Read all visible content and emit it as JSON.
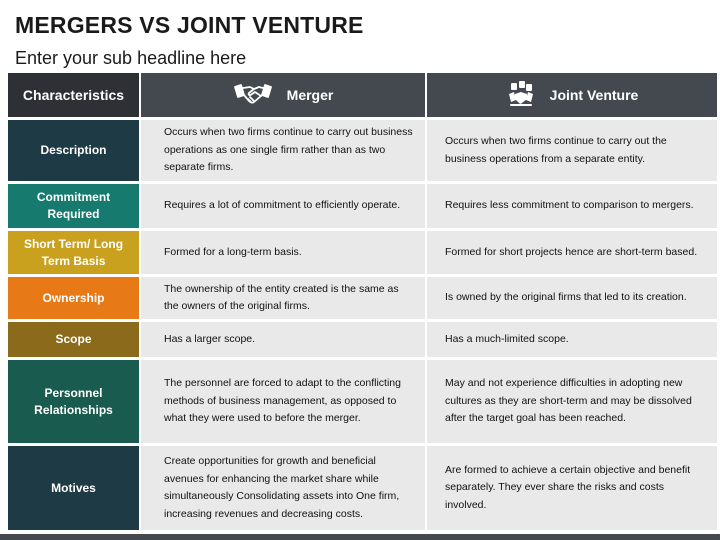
{
  "title": "MERGERS VS JOINT VENTURE",
  "subtitle": "Enter your sub headline here",
  "header": {
    "characteristics": "Characteristics",
    "merger": "Merger",
    "joint_venture": "Joint Venture",
    "merger_icon": "handshake-icon",
    "jv_icon": "joint-venture-icon"
  },
  "rows": [
    {
      "label": "Description",
      "color": "#1e3a44",
      "merger": "Occurs when two firms continue to carry out business operations as one single firm rather than as two separate firms.",
      "jv": "Occurs when two firms continue to carry out the business operations from a separate entity."
    },
    {
      "label": "Commitment Required",
      "color": "#177a6e",
      "merger": "Requires a lot of commitment to efficiently operate.",
      "jv": "Requires less commitment to comparison to mergers."
    },
    {
      "label": "Short Term/ Long Term Basis",
      "color": "#c9a11e",
      "merger": "Formed for a long-term basis.",
      "jv": "Formed for short projects hence are short-term based."
    },
    {
      "label": "Ownership",
      "color": "#e77a16",
      "merger": "The ownership of the entity created is the same as the owners of the original firms.",
      "jv": "Is owned by the original firms that led to its creation."
    },
    {
      "label": "Scope",
      "color": "#8b6a1b",
      "merger": "Has a larger scope.",
      "jv": "Has a much-limited scope."
    },
    {
      "label": "Personnel Relationships",
      "color": "#1a5b4f",
      "merger": "The personnel are forced to adapt to the conflicting methods of business management, as opposed to what they were used to before the merger.",
      "jv": "May and not experience difficulties in adopting new cultures as they are short-term and may be dissolved after the target goal has been reached."
    },
    {
      "label": "Motives",
      "color": "#1e3a44",
      "merger": "Create opportunities for growth and beneficial avenues for enhancing the market share while simultaneously Consolidating assets into One firm, increasing revenues and decreasing costs.",
      "jv": "Are formed to achieve a certain objective and benefit separately. They ever share the risks and costs involved."
    }
  ]
}
